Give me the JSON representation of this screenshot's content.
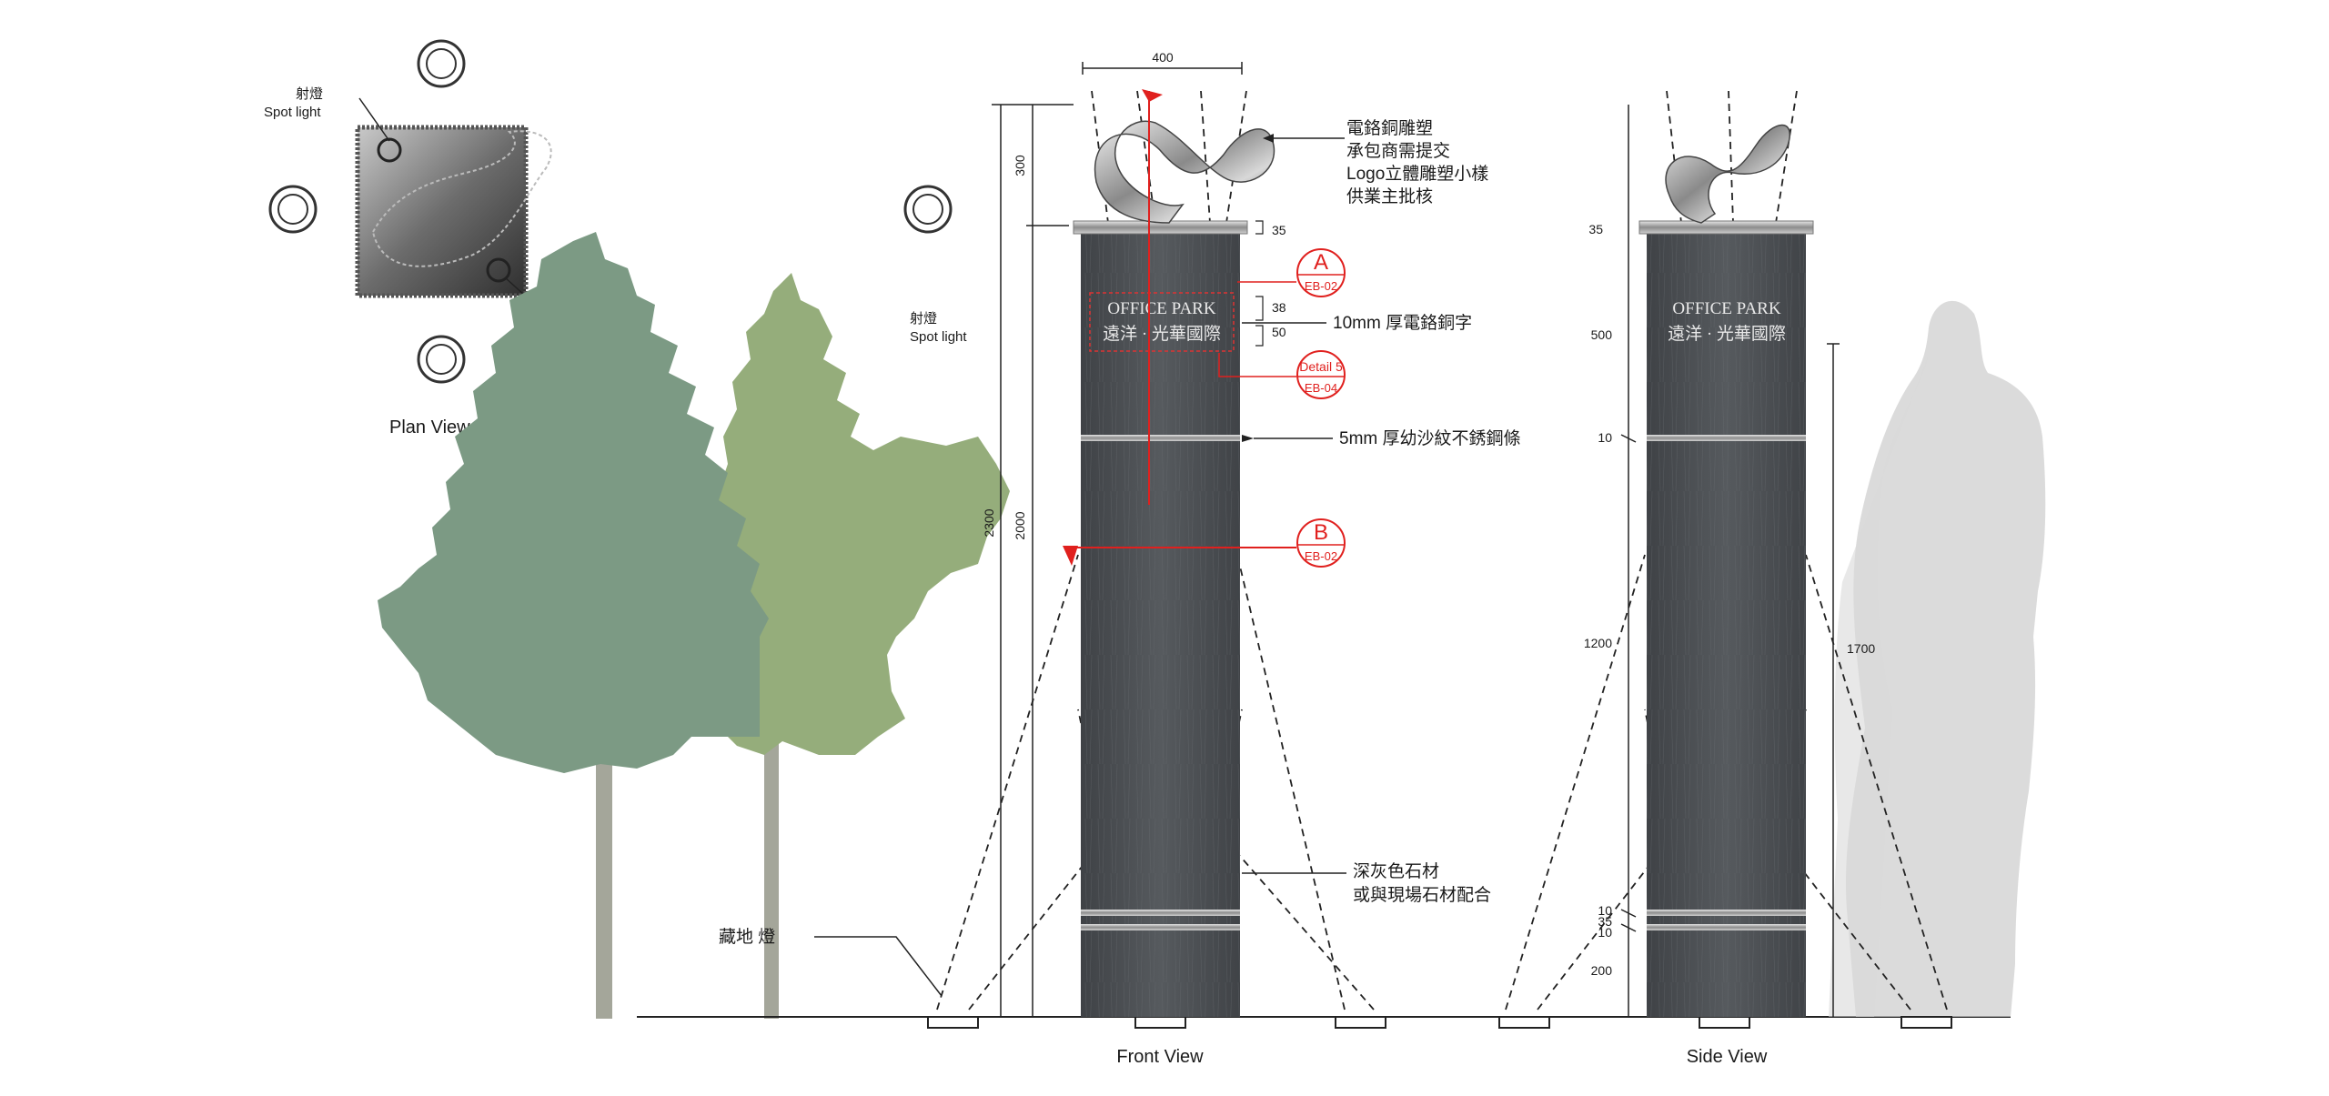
{
  "plan": {
    "spotlight_cn": "射燈",
    "spotlight_en": "Spot light",
    "title": "Plan View"
  },
  "side_label": {
    "spotlight_cn": "射燈",
    "spotlight_en": "Spot light"
  },
  "front": {
    "title": "Front View",
    "dim_width": "400",
    "dim_total": "2300",
    "dim_top": "300",
    "dim_body": "2000",
    "dim_cap": "35",
    "dim_text_h": "38",
    "dim_text_gap": "50",
    "sign_en": "OFFICE PARK",
    "sign_cn": "遠洋 · 光華國際",
    "notes": {
      "sculpture_1": "電鉻銅雕塑",
      "sculpture_2": "承包商需提交",
      "sculpture_3": "Logo立體雕塑小樣",
      "sculpture_4": "供業主批核",
      "letters": "10mm 厚電鉻銅字",
      "strip": "5mm 厚幼沙紋不銹鋼條",
      "stone_1": "深灰色石材",
      "stone_2": "或與現場石材配合",
      "ground_light": "藏地 燈"
    },
    "callouts": {
      "a_letter": "A",
      "a_ref": "EB-02",
      "detail_label": "Detail 5",
      "detail_ref": "EB-04",
      "b_letter": "B",
      "b_ref": "EB-02"
    }
  },
  "side": {
    "title": "Side View",
    "sign_en": "OFFICE PARK",
    "sign_cn": "遠洋 · 光華國際",
    "dims": {
      "cap": "35",
      "upper": "500",
      "strip1": "10",
      "middle": "1200",
      "strip2": "10",
      "gap": "35",
      "strip3": "10",
      "base": "200",
      "person": "1700"
    }
  },
  "colors": {
    "stone": "#4d5054",
    "tree_dark": "#7c9a84",
    "tree_light": "#95ad7b",
    "trunk": "#a4a69a",
    "accent_red": "#e0201e"
  }
}
